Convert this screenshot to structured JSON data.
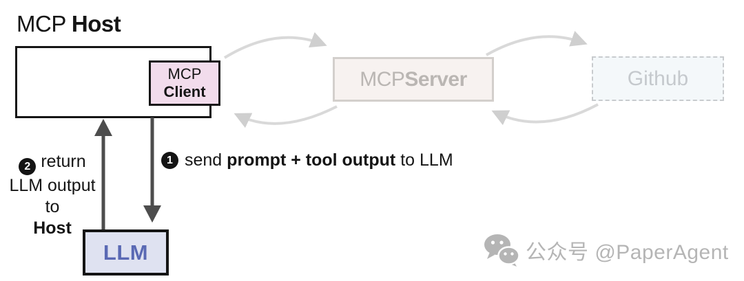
{
  "title": {
    "prefix": "MCP ",
    "bold": "Host"
  },
  "client": {
    "line1": "MCP",
    "line2": "Client"
  },
  "server": {
    "prefix": "MCP ",
    "bold": "Server"
  },
  "github": {
    "label": "Github"
  },
  "llm": {
    "label": "LLM"
  },
  "step1": {
    "number": "1",
    "pre": "send ",
    "bold": "prompt + tool output",
    "post": " to LLM"
  },
  "step2": {
    "number": "2",
    "line1": "return",
    "line2": "LLM output to",
    "line3": "Host"
  },
  "watermark": {
    "icon": "wechat-icon",
    "text": "公众号 @PaperAgent"
  },
  "colors": {
    "client_fill": "#f2dcec",
    "llm_fill": "#dfe2f1",
    "llm_text": "#5a69b4",
    "server_fill": "#f7f2f0",
    "server_border": "#d3cfcc",
    "server_text": "#bab6b3",
    "github_fill": "#f4f8fa",
    "github_border": "#c8cbce",
    "github_text": "#c5c9cd",
    "cycle_arrow": "#d9d9d9",
    "dark_arrow": "#4d4d4d",
    "outline": "#151515",
    "watermark_gray": "#b5b5b5"
  }
}
